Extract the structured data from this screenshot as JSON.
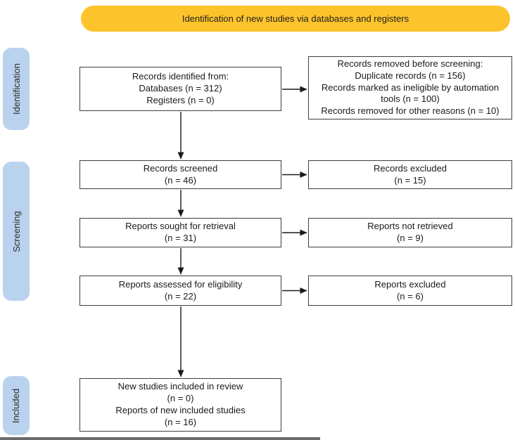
{
  "banner": {
    "label": "Identification of new studies via databases and registers"
  },
  "sidebar": {
    "stages": [
      {
        "label": "Identification"
      },
      {
        "label": "Screening"
      },
      {
        "label": "Included"
      }
    ]
  },
  "flow": {
    "records_identified": {
      "lines": [
        "Records identified from:",
        "Databases (n = 312)",
        "Registers (n = 0)"
      ]
    },
    "records_removed": {
      "lines": [
        "Records removed before screening:",
        "Duplicate records (n = 156)",
        "Records marked as ineligible by automation tools (n = 100)",
        "Records removed for other reasons (n = 10)"
      ]
    },
    "records_screened": {
      "lines": [
        "Records screened",
        "(n = 46)"
      ]
    },
    "records_excluded": {
      "lines": [
        "Records excluded",
        "(n = 15)"
      ]
    },
    "reports_sought": {
      "lines": [
        "Reports sought for retrieval",
        "(n = 31)"
      ]
    },
    "reports_not_retrieved": {
      "lines": [
        "Reports not retrieved",
        "(n = 9)"
      ]
    },
    "reports_assessed": {
      "lines": [
        "Reports assessed for eligibility",
        "(n = 22)"
      ]
    },
    "reports_excluded": {
      "lines": [
        "Reports excluded",
        "(n = 6)"
      ]
    },
    "new_studies_included": {
      "lines": [
        "New studies included in review",
        "(n = 0)",
        "Reports of new included studies",
        "(n = 16)"
      ]
    }
  },
  "colors": {
    "banner_bg": "#fdc32b",
    "stage_bg": "#b9d2ed",
    "box_border": "#3d3d3d",
    "text": "#1a1a1a"
  }
}
